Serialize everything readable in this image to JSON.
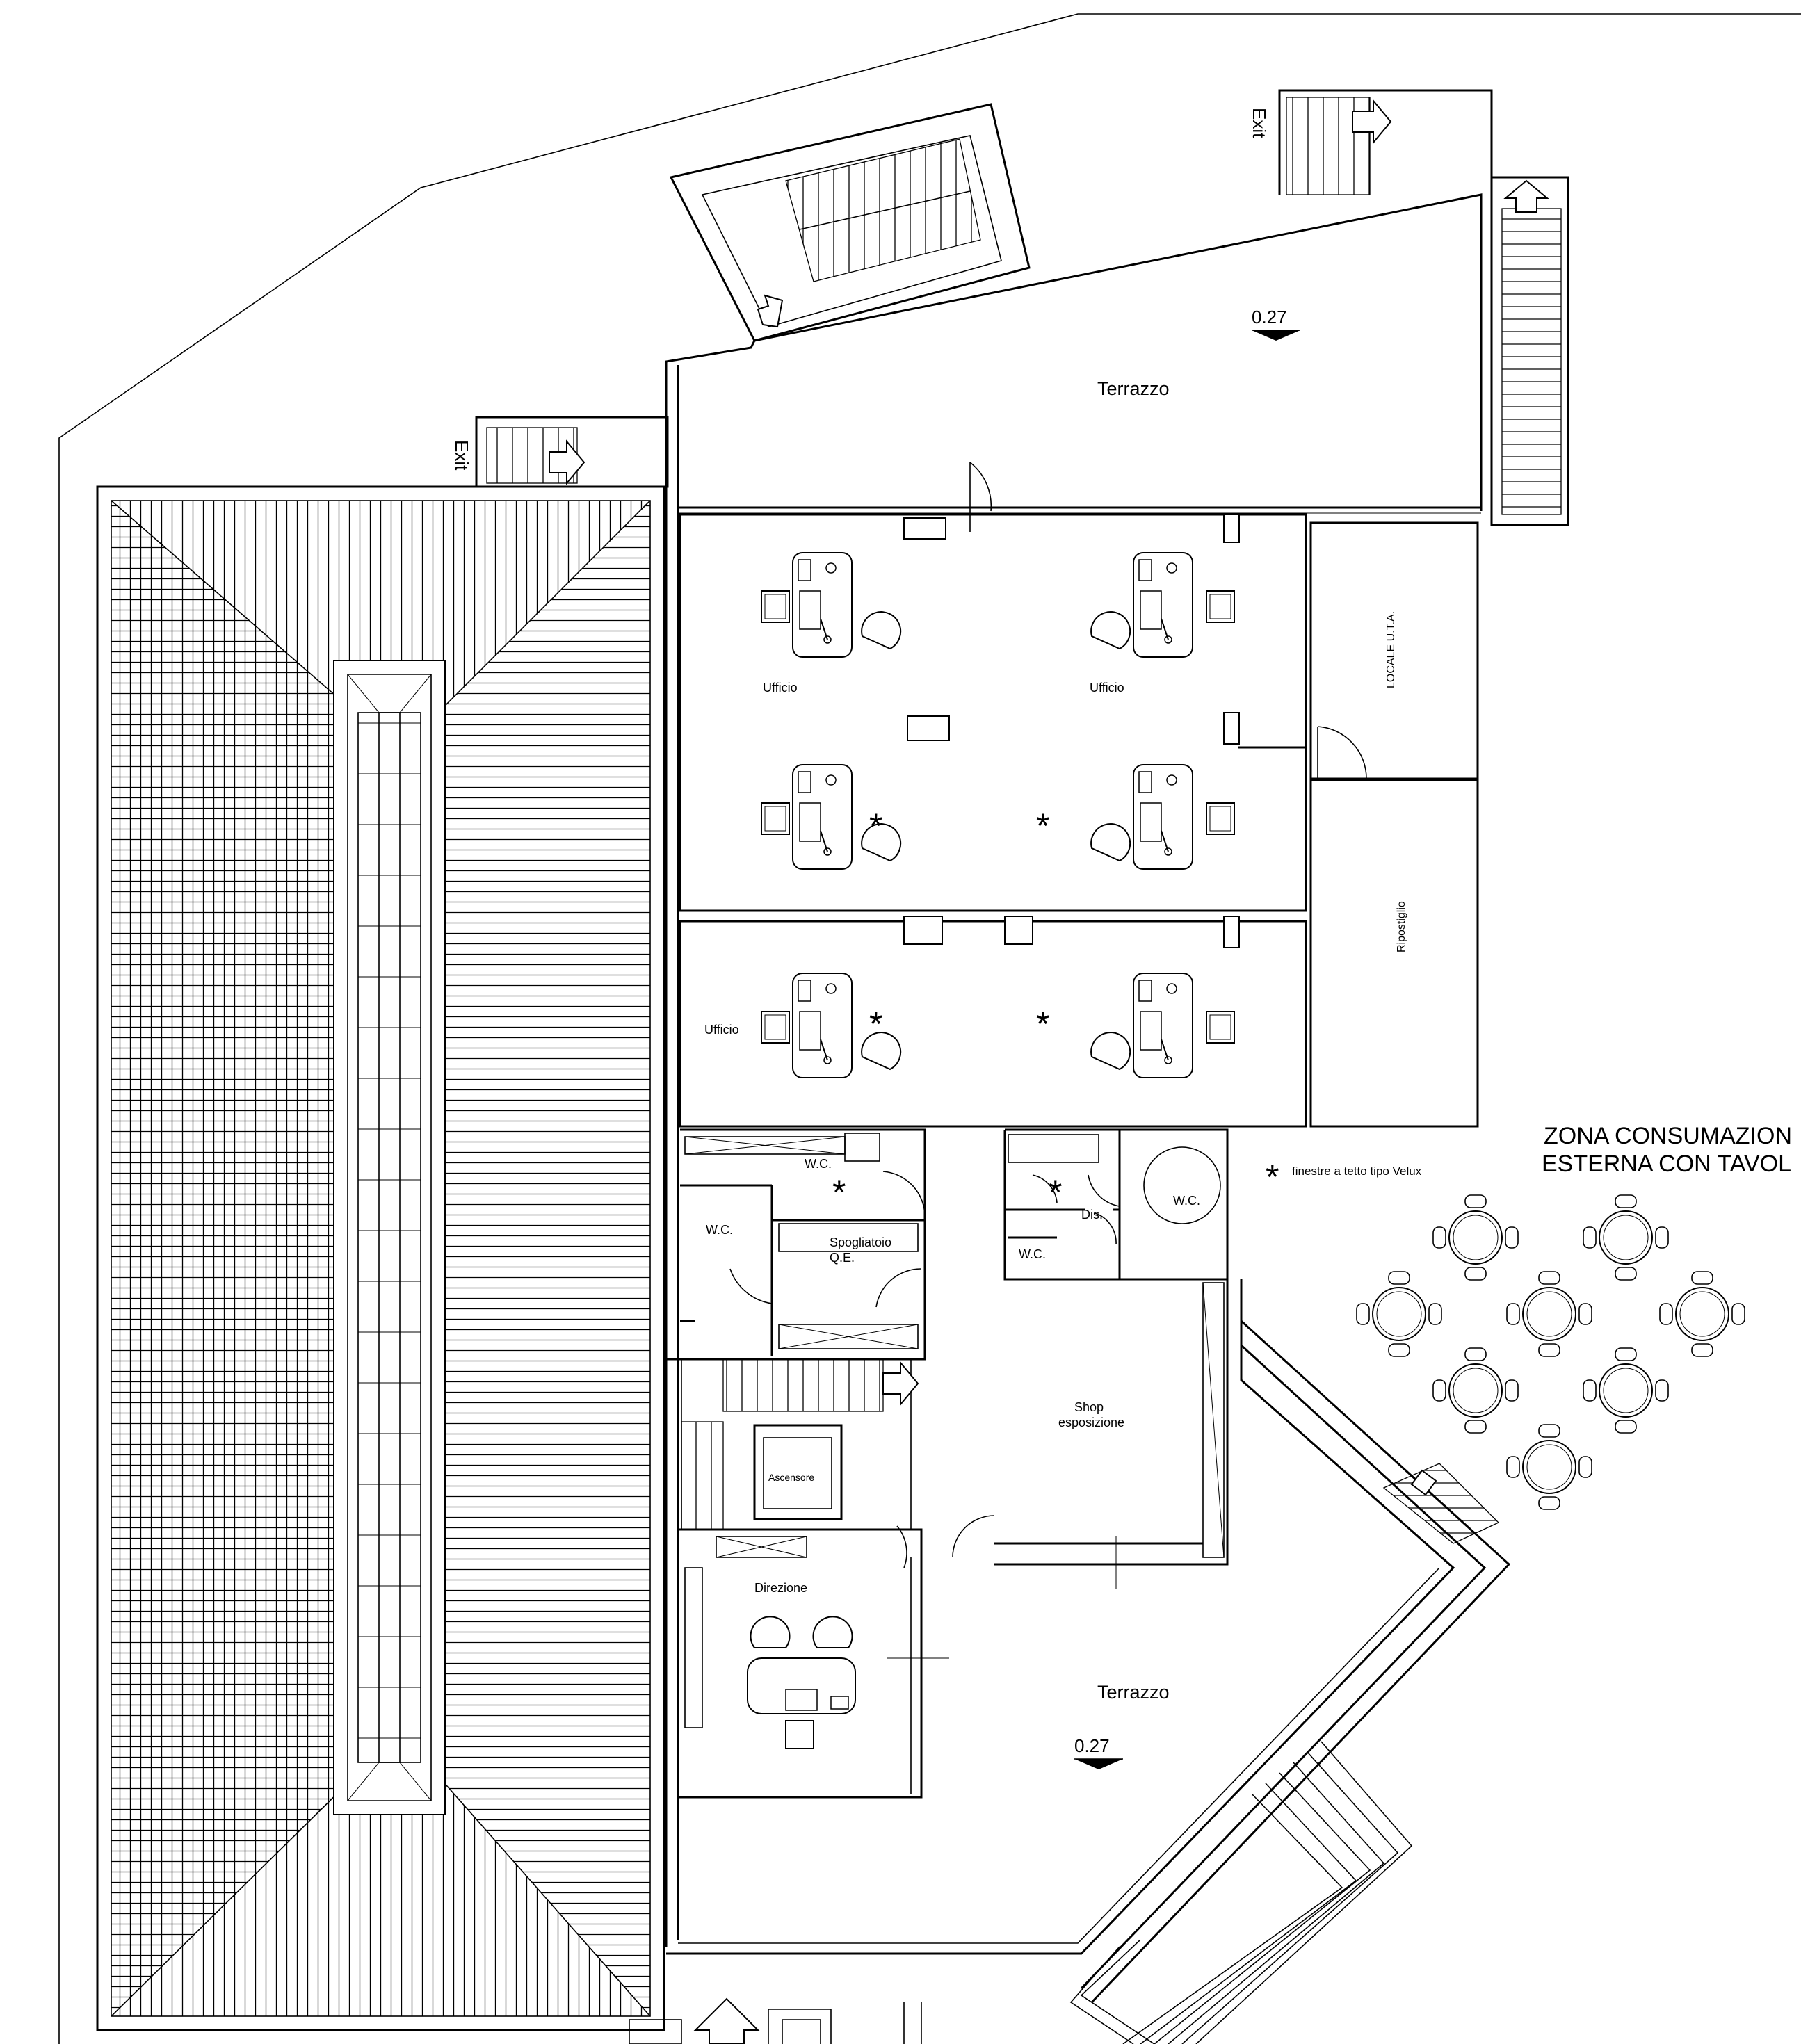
{
  "labels": {
    "terrazzo_top": "Terrazzo",
    "terrazzo_bottom": "Terrazzo",
    "level_top": "0.27",
    "level_bottom": "0.27",
    "exit_top": "Exit",
    "exit_left": "Exit",
    "ufficio_1": "Ufficio",
    "ufficio_2": "Ufficio",
    "ufficio_3": "Ufficio",
    "locale_uta": "LOCALE U.T.A.",
    "ripostiglio": "Ripostiglio",
    "wc_1": "W.C.",
    "wc_2": "W.C.",
    "wc_3": "W.C.",
    "wc_4": "W.C.",
    "dis": "Dis.",
    "spogliatoio": "Spogliatoio",
    "qe": "Q.E.",
    "shop": "Shop",
    "esposizione": "esposizione",
    "ascensore": "Ascensore",
    "direzione": "Direzione",
    "zona_line1": "ZONA CONSUMAZION",
    "zona_line2": "ESTERNA CON TAVOL",
    "legend_symbol": "*",
    "legend_text": "finestre a tetto tipo Velux",
    "velux_marks": [
      "*",
      "*",
      "*",
      "*",
      "*",
      "*"
    ]
  }
}
